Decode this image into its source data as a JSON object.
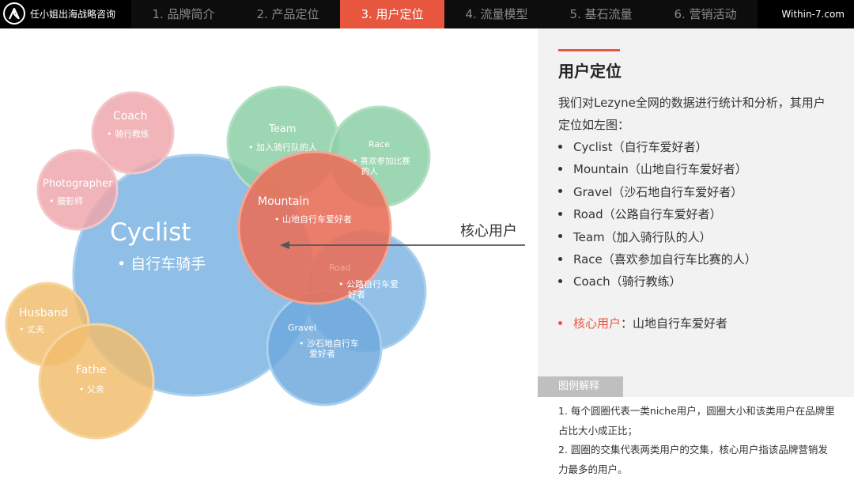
{
  "header": {
    "brand": "任小姐出海战略咨询",
    "site": "Within-7.com",
    "tabs": [
      {
        "label": "1. 品牌简介",
        "active": false
      },
      {
        "label": "2. 产品定位",
        "active": false
      },
      {
        "label": "3. 用户定位",
        "active": true
      },
      {
        "label": "4. 流量模型",
        "active": false
      },
      {
        "label": "5. 基石流量",
        "active": false
      },
      {
        "label": "6. 营销活动",
        "active": false
      }
    ]
  },
  "diagram": {
    "circles": {
      "coach": {
        "label": "Coach",
        "sub": "骑行教练"
      },
      "photographer": {
        "label": "Photographer",
        "sub": "摄影师"
      },
      "cyclist": {
        "label": "Cyclist",
        "sub": "自行车骑手"
      },
      "team": {
        "label": "Team",
        "sub": "加入骑行队的人"
      },
      "race": {
        "label": "Race",
        "sub1": "喜欢参加比赛",
        "sub2": "的人"
      },
      "mountain": {
        "label": "Mountain",
        "sub": "山地自行车爱好者"
      },
      "road": {
        "label": "Road",
        "sub1": "公路自行车爱",
        "sub2": "好者"
      },
      "gravel": {
        "label": "Gravel",
        "sub1": "沙石地自行车",
        "sub2": "爱好者"
      },
      "husband": {
        "label": "Husband",
        "sub": "丈夫"
      },
      "father": {
        "label": "Fathe",
        "sub": "父亲"
      }
    },
    "core_label": "核心用户",
    "colors": {
      "cyclist": "#7fb5e3",
      "mountain": "#e8705a",
      "green": "#8ccfa4",
      "pink": "#eda7ad",
      "orange": "#f1bd6e",
      "arrow": "#555555"
    }
  },
  "panel": {
    "title": "用户定位",
    "intro": "我们对Lezyne全网的数据进行统计和分析，其用户定位如左图：",
    "bullets": [
      "Cyclist（自行车爱好者）",
      "Mountain（山地自行车爱好者）",
      "Gravel（沙石地自行车爱好者）",
      "Road（公路自行车爱好者）",
      "Team（加入骑行队的人）",
      "Race（喜欢参加自行车比赛的人）",
      "Coach（骑行教练）"
    ],
    "core_key": "核心用户",
    "core_value": "：山地自行车爱好者",
    "legend_title": "图例解释",
    "legend_lines": [
      "1. 每个圆圈代表一类niche用户，圆圈大小和该类用户在品牌里占比大小成正比；",
      "2. 圆圈的交集代表两类用户的交集，核心用户指该品牌营销发力最多的用户。"
    ],
    "accent_color": "#e8563f"
  }
}
